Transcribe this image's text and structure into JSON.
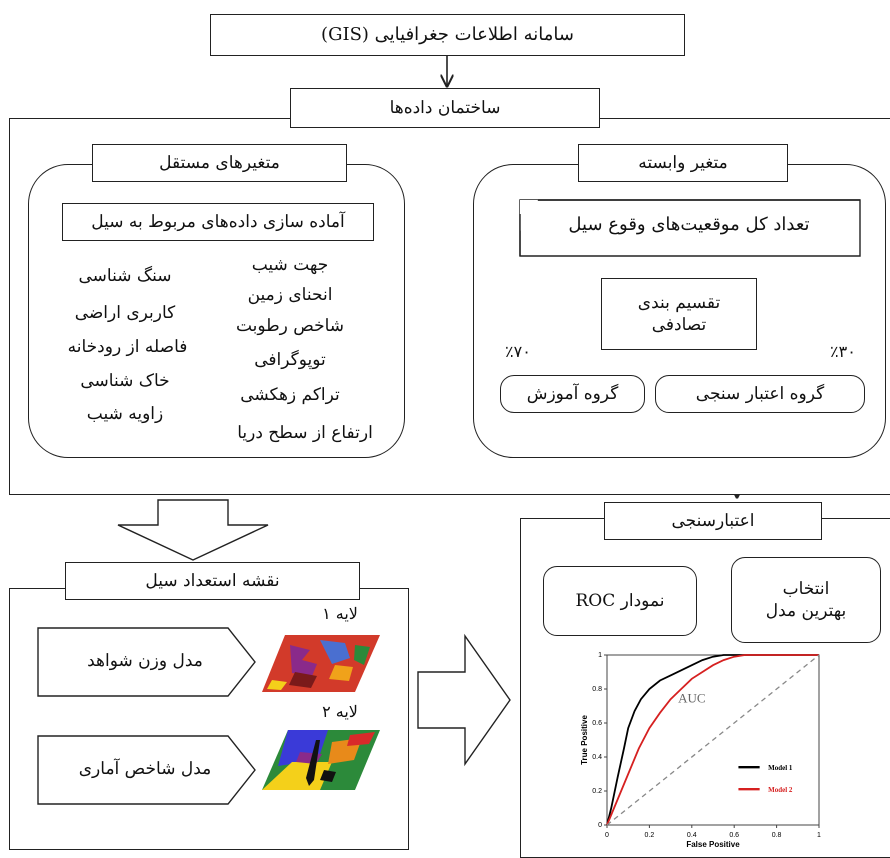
{
  "top": {
    "gis": "سامانه اطلاعات جغرافیایی (GIS)",
    "structure": "ساختمان داده‌ها"
  },
  "independent": {
    "title": "متغیرهای مستقل",
    "prep": "آماده سازی داده‌های مربوط به سیل",
    "col_right": [
      "جهت شیب",
      "انحنای زمین",
      "شاخص رطوبت",
      "توپوگرافی",
      "تراکم زهکشی",
      "ارتفاع از سطح دریا"
    ],
    "col_left": [
      "سنگ شناسی",
      "کاربری اراضی",
      "فاصله از رودخانه",
      "خاک شناسی",
      "زاویه شیب"
    ]
  },
  "dependent": {
    "title": "متغیر وابسته",
    "count": "تعداد کل موقعیت‌های وقوع سیل",
    "split": "تقسیم بندی\nتصادفی",
    "pct_train": "٪۷۰",
    "pct_valid": "٪۳۰",
    "train": "گروه آموزش",
    "valid": "گروه اعتبار سنجی"
  },
  "susceptibility": {
    "title": "نقشه استعداد سیل",
    "layer1": "لایه ۱",
    "layer2": "لایه ۲",
    "model1": "مدل وزن شواهد",
    "model2": "مدل شاخص آماری"
  },
  "validation": {
    "title": "اعتبارسنجی",
    "roc": "نمودار ROC",
    "best": "انتخاب\nبهترین مدل"
  },
  "chart_data": {
    "type": "line",
    "xlabel": "False Positive",
    "ylabel": "True Positive",
    "annotation": "AUC",
    "xlim": [
      0,
      1
    ],
    "ylim": [
      0,
      1
    ],
    "x_ticks": [
      "0",
      "0.2",
      "0.4",
      "0.6",
      "0.8",
      "1"
    ],
    "y_ticks": [
      "0",
      "0.2",
      "0.4",
      "0.6",
      "0.8",
      "1"
    ],
    "legend_position": "lower-right",
    "series": [
      {
        "name": "Model 1",
        "color": "#000000",
        "x": [
          0,
          0.02,
          0.05,
          0.08,
          0.1,
          0.13,
          0.16,
          0.2,
          0.25,
          0.3,
          0.35,
          0.4,
          0.45,
          0.5,
          0.55,
          0.6,
          0.7,
          0.8,
          0.9,
          1.0
        ],
        "y": [
          0,
          0.1,
          0.28,
          0.45,
          0.57,
          0.67,
          0.74,
          0.8,
          0.85,
          0.88,
          0.91,
          0.94,
          0.97,
          0.99,
          1.0,
          1.0,
          1.0,
          1.0,
          1.0,
          1.0
        ]
      },
      {
        "name": "Model 2",
        "color": "#d62020",
        "x": [
          0,
          0.05,
          0.1,
          0.15,
          0.2,
          0.25,
          0.3,
          0.35,
          0.4,
          0.45,
          0.5,
          0.55,
          0.6,
          0.65,
          0.7,
          0.8,
          0.9,
          1.0
        ],
        "y": [
          0,
          0.15,
          0.3,
          0.45,
          0.57,
          0.66,
          0.74,
          0.8,
          0.86,
          0.9,
          0.94,
          0.97,
          0.99,
          1.0,
          1.0,
          1.0,
          1.0,
          1.0
        ]
      },
      {
        "name": "",
        "color": "#888888",
        "dashed": true,
        "x": [
          0,
          1
        ],
        "y": [
          0,
          1
        ]
      }
    ]
  },
  "colors": {
    "line": "#222222",
    "model1": "#000000",
    "model2": "#d62020",
    "chance": "#888888"
  }
}
